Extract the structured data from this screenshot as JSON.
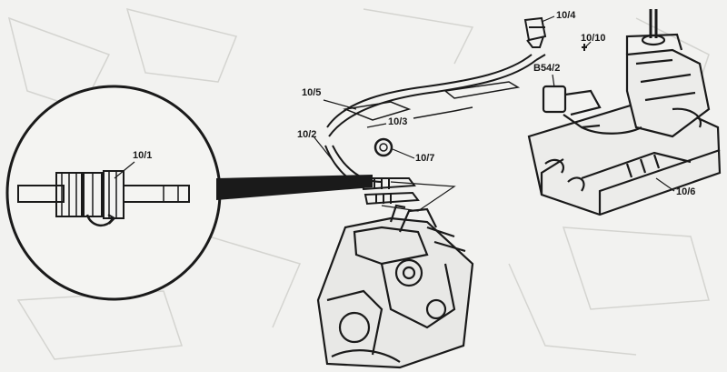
{
  "labels": {
    "l10_1": "10/1",
    "l10_2": "10/2",
    "l10_3": "10/3",
    "l10_4": "10/4",
    "l10_5": "10/5",
    "l10_6": "10/6",
    "l10_7": "10/7",
    "l10_10": "10/10",
    "lB54_2": "B54/2"
  },
  "colors": {
    "ink": "#1a1a1a",
    "paper": "#f2f2f0",
    "faint": "#d4d4d0"
  }
}
